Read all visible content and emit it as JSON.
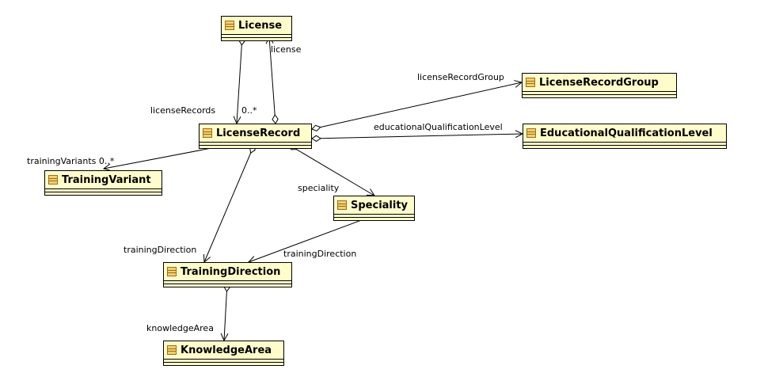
{
  "classes": {
    "license": "License",
    "licenseRecord": "LicenseRecord",
    "licenseRecordGroup": "LicenseRecordGroup",
    "educationalQualificationLevel": "EducationalQualificationLevel",
    "trainingVariant": "TrainingVariant",
    "speciality": "Speciality",
    "trainingDirection": "TrainingDirection",
    "knowledgeArea": "KnowledgeArea"
  },
  "roles": {
    "licenseRecords": "licenseRecords",
    "licenseRecordsMult": "0..*",
    "license": "license",
    "licenseRecordGroup": "licenseRecordGroup",
    "educationalQualificationLevel": "educationalQualificationLevel",
    "trainingVariants": "trainingVariants 0..*",
    "speciality": "speciality",
    "trainingDirectionFromRecord": "trainingDirection",
    "trainingDirectionFromSpeciality": "trainingDirection",
    "knowledgeArea": "knowledgeArea"
  },
  "colors": {
    "classFill": "#fffccc",
    "classIcon": "#f3cf6e",
    "line": "#000000"
  },
  "icons": {
    "class": "class-icon",
    "aggregation": "hollow-diamond",
    "navigation": "open-arrowhead"
  }
}
